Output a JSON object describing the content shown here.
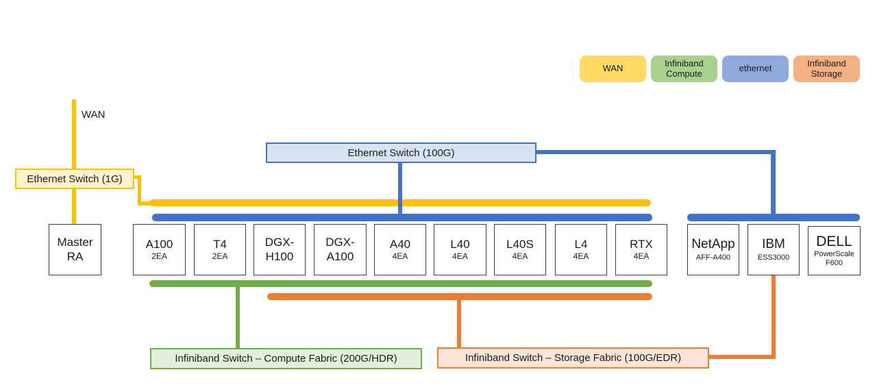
{
  "colors": {
    "wan": "#FFC000",
    "ethernet": "#4472C4",
    "ib-compute": "#70AD47",
    "ib-storage": "#ED7D31",
    "legend-wan": "#FFD966",
    "legend-compute": "#A9D18E",
    "legend-ethernet": "#8FAADC",
    "legend-storage": "#F4B183",
    "wan-fill": "#FFF2CC",
    "ethernet-fill": "#DAE3F3",
    "compute-fill": "#E2EFDA",
    "storage-fill": "#FBE5D6"
  },
  "legend": {
    "items": [
      {
        "label": "WAN"
      },
      {
        "label": "Infiniband\nCompute"
      },
      {
        "label": "ethernet"
      },
      {
        "label": "Infiniband\nStorage"
      }
    ]
  },
  "labels": {
    "wan": "WAN",
    "eth_1g": "Ethernet Switch (1G)",
    "eth_100g": "Ethernet Switch (100G)",
    "ib_compute": "Infiniband Switch – Compute Fabric (200G/HDR)",
    "ib_storage": "Infiniband Switch – Storage Fabric (100G/EDR)"
  },
  "nodes": {
    "master": {
      "name": "Master\nRA"
    },
    "a100": {
      "name": "A100",
      "sub": "2EA"
    },
    "t4": {
      "name": "T4",
      "sub": "2EA"
    },
    "dgx_h100": {
      "name": "DGX-\nH100"
    },
    "dgx_a100": {
      "name": "DGX-\nA100"
    },
    "a40": {
      "name": "A40",
      "sub": "4EA"
    },
    "l40": {
      "name": "L40",
      "sub": "4EA"
    },
    "l40s": {
      "name": "L40S",
      "sub": "4EA"
    },
    "l4": {
      "name": "L4",
      "sub": "4EA"
    },
    "rtx": {
      "name": "RTX",
      "sub": "4EA"
    },
    "netapp": {
      "name": "NetApp",
      "sub": "AFF-A400"
    },
    "ibm": {
      "name": "IBM",
      "sub": "ESS3000"
    },
    "dell": {
      "name": "DELL",
      "sub": "PowerScale\nF600"
    }
  }
}
